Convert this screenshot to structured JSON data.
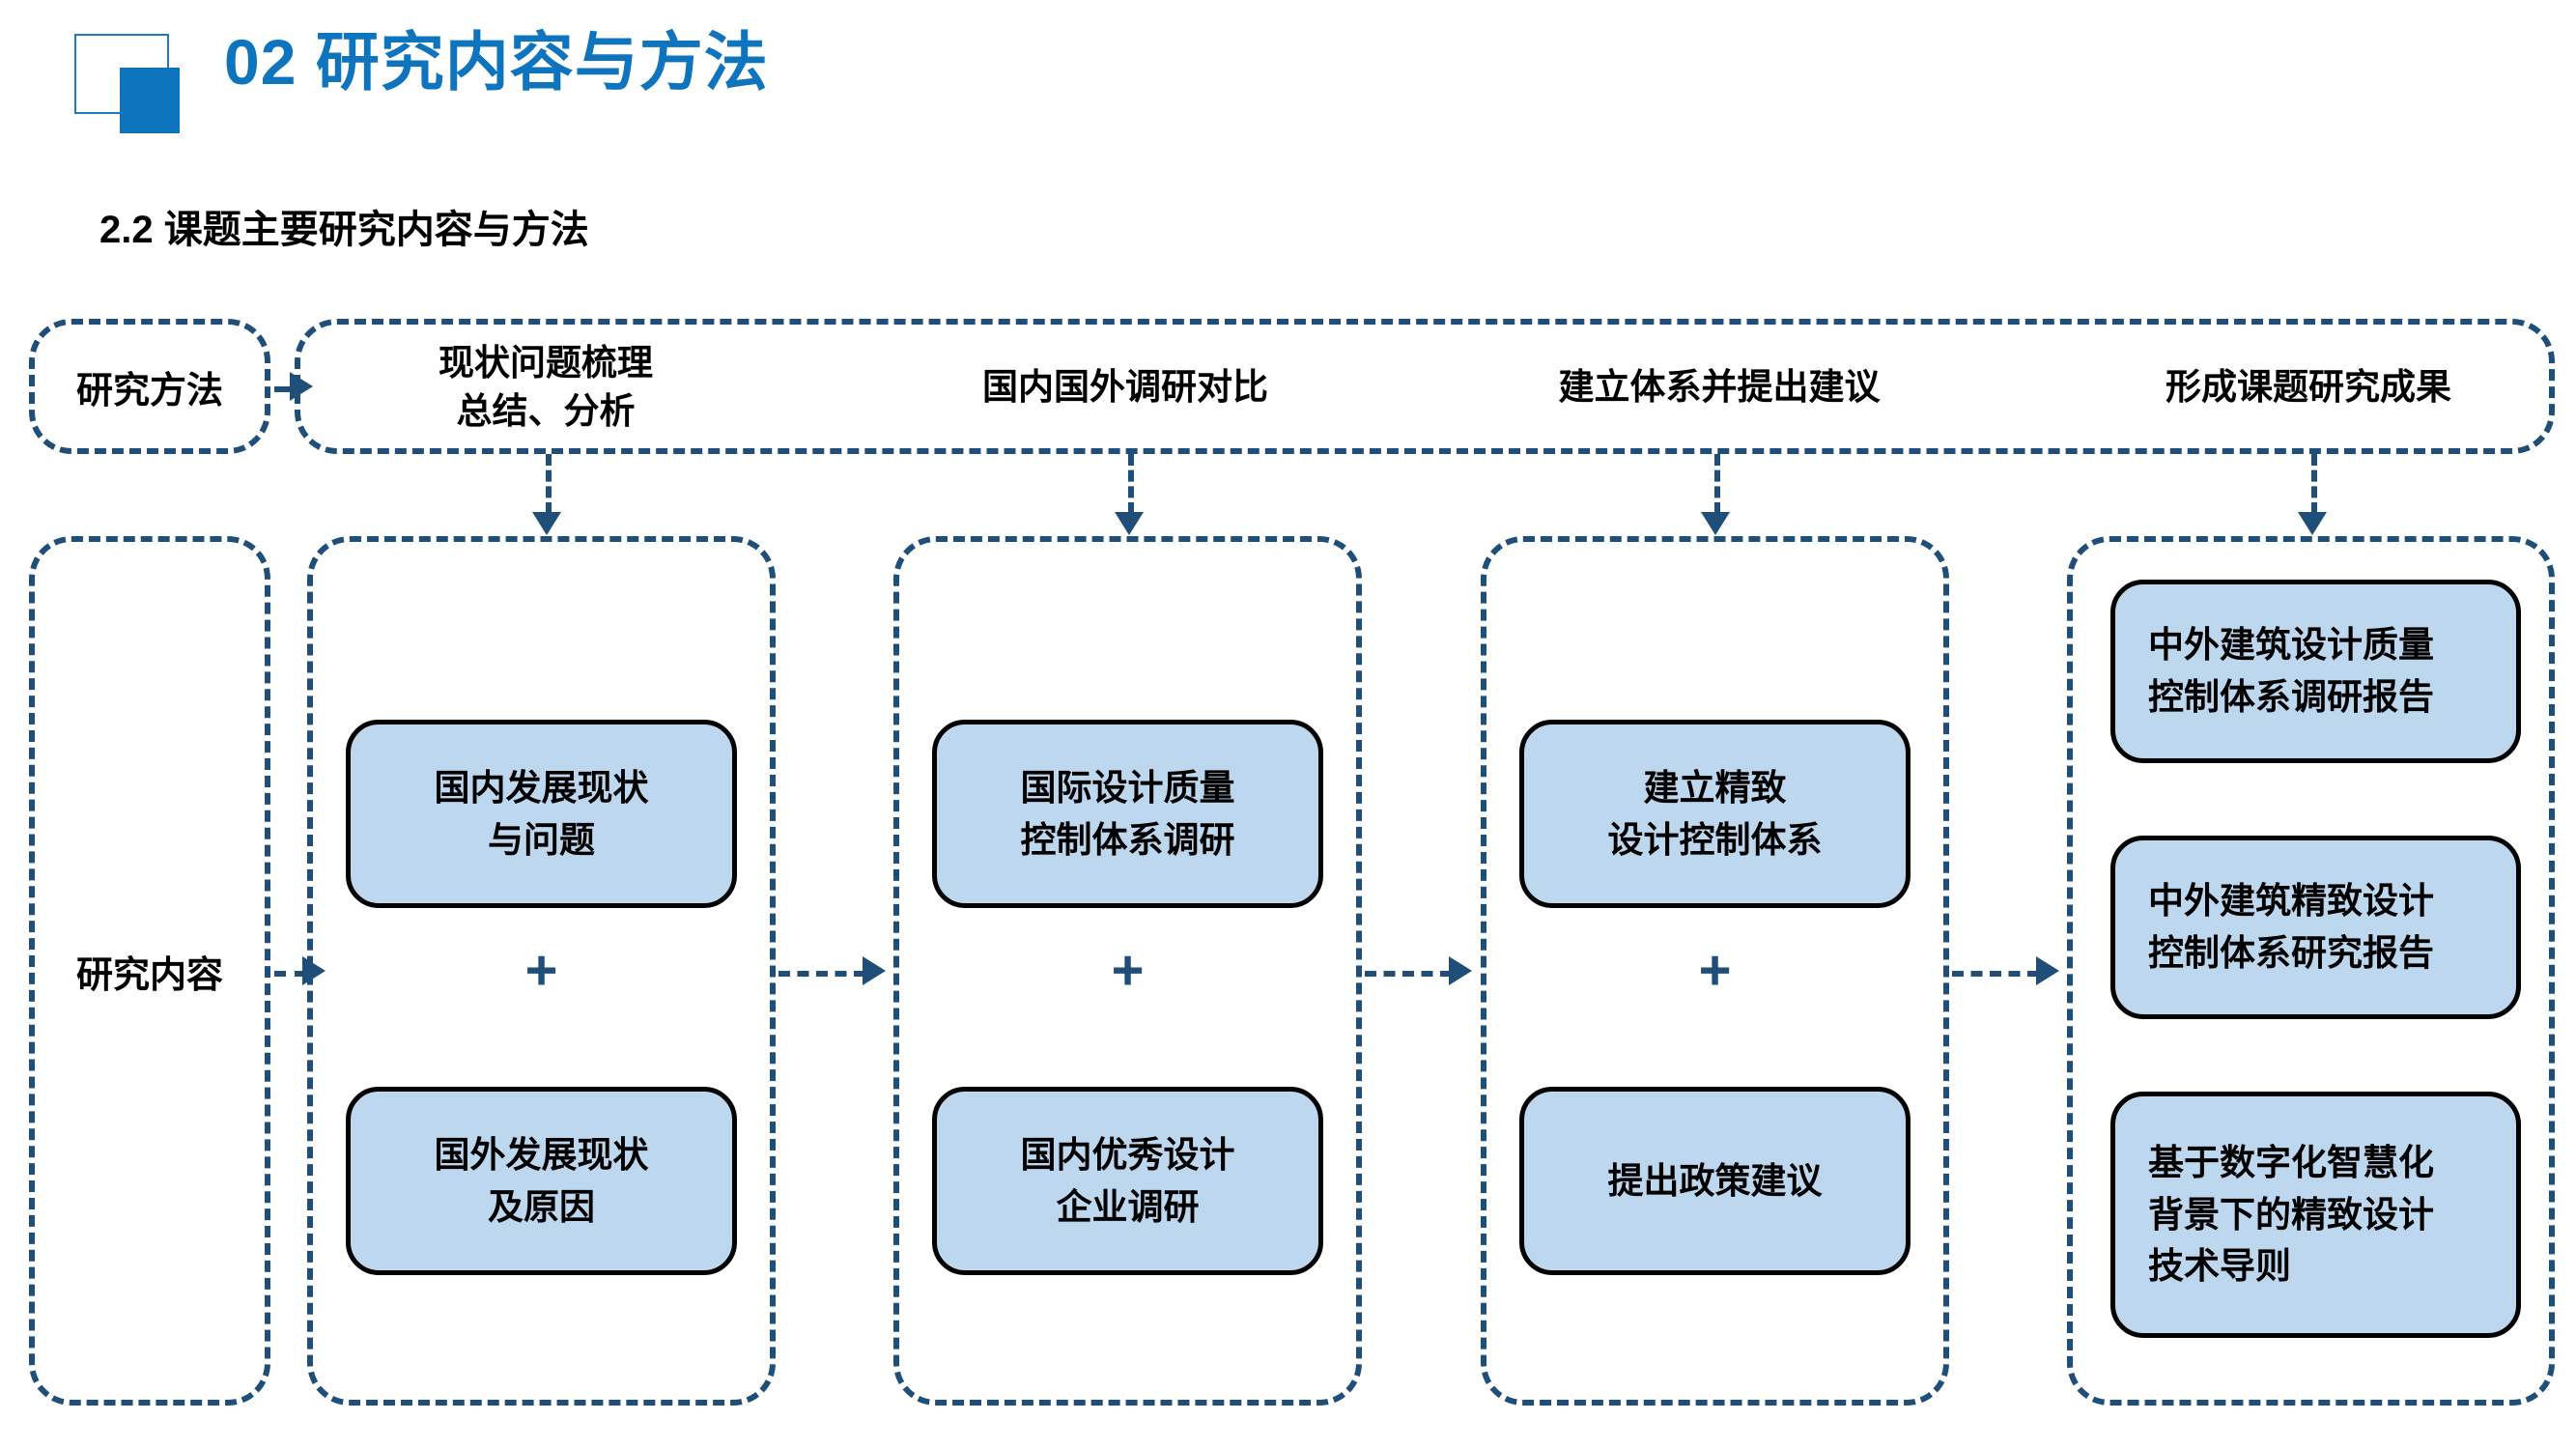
{
  "header": {
    "number": "02",
    "title": "02 研究内容与方法",
    "subtitle": "2.2 课题主要研究内容与方法"
  },
  "row_labels": {
    "method": "研究方法",
    "content": "研究内容"
  },
  "phases": [
    {
      "line1": "现状问题梳理",
      "line2": "总结、分析"
    },
    {
      "line1": "国内国外调研对比",
      "line2": ""
    },
    {
      "line1": "建立体系并提出建议",
      "line2": ""
    },
    {
      "line1": "形成课题研究成果",
      "line2": ""
    }
  ],
  "plus_symbol": "+",
  "columns": [
    {
      "name": "column-1",
      "cards": [
        {
          "line1": "国内发展现状",
          "line2": "与问题"
        },
        {
          "line1": "国外发展现状",
          "line2": "及原因"
        }
      ]
    },
    {
      "name": "column-2",
      "cards": [
        {
          "line1": "国际设计质量",
          "line2": "控制体系调研"
        },
        {
          "line1": "国内优秀设计",
          "line2": "企业调研"
        }
      ]
    },
    {
      "name": "column-3",
      "cards": [
        {
          "line1": "建立精致",
          "line2": "设计控制体系"
        },
        {
          "line1": "提出政策建议",
          "line2": ""
        }
      ]
    },
    {
      "name": "column-4",
      "cards": [
        {
          "line1": "中外建筑设计质量",
          "line2": "控制体系调研报告",
          "line3": ""
        },
        {
          "line1": "中外建筑精致设计",
          "line2": "控制体系研究报告",
          "line3": ""
        },
        {
          "line1": "基于数字化智慧化",
          "line2": "背景下的精致设计",
          "line3": "技术导则"
        }
      ]
    }
  ],
  "colors": {
    "accent_blue": "#0d74bd",
    "dash_navy": "#1f4e79",
    "card_fill": "#bdd7ee",
    "card_border": "#000000",
    "text": "#000000"
  }
}
